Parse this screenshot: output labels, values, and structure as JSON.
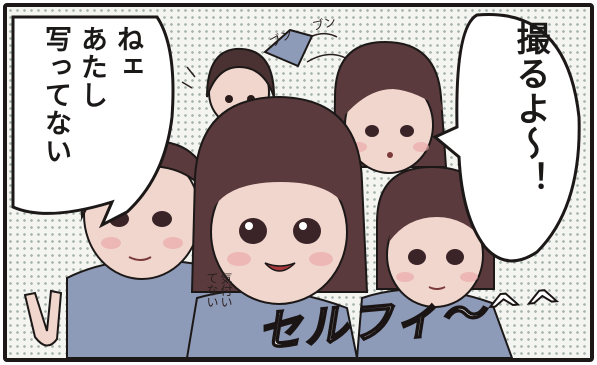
{
  "panel": {
    "speech_left": "ねェ\nあたし\n写ってない",
    "speech_right": "撮るよ〜！",
    "sfx_small": "気付い\nてない",
    "sfx_selfie": "セルフィ〜^^",
    "sfx_bun_1": "ブン",
    "sfx_bun_2": "ブン"
  },
  "colors": {
    "ink": "#1c1818",
    "screentone": "#a8b4ae",
    "skin": "#f1d6cd",
    "hair": "#5a3a3c",
    "jacket": "#8e9bb8"
  }
}
